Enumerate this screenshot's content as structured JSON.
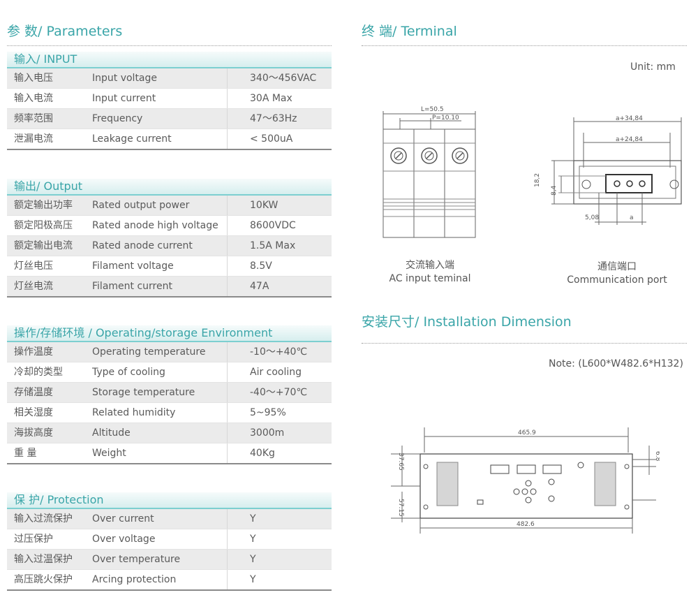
{
  "left": {
    "title": "参 数/ Parameters",
    "input": {
      "header": "输入/ INPUT",
      "rows": [
        {
          "cn": "输入电压",
          "en": "Input voltage",
          "val": "340～456VAC"
        },
        {
          "cn": "输入电流",
          "en": "Input current",
          "val": "30A Max"
        },
        {
          "cn": "频率范围",
          "en": "Frequency",
          "val": "47～63Hz"
        },
        {
          "cn": "泄漏电流",
          "en": "Leakage current",
          "val": "< 500uA"
        }
      ]
    },
    "output": {
      "header": "输出/ Output",
      "rows": [
        {
          "cn": "额定输出功率",
          "en": "Rated output power",
          "val": "10KW"
        },
        {
          "cn": "额定阳极高压",
          "en": "Rated anode high voltage",
          "val": "8600VDC"
        },
        {
          "cn": "额定输出电流",
          "en": "Rated anode current",
          "val": "1.5A Max"
        },
        {
          "cn": "灯丝电压",
          "en": "Filament voltage",
          "val": "8.5V"
        },
        {
          "cn": "灯丝电流",
          "en": "Filament current",
          "val": "47A"
        }
      ]
    },
    "environment": {
      "header": "操作/存储环境 / Operating/storage Environment",
      "rows": [
        {
          "cn": "操作温度",
          "en": "Operating temperature",
          "val": "-10～+40℃"
        },
        {
          "cn": "冷却的类型",
          "en": "Type of cooling",
          "val": "Air cooling"
        },
        {
          "cn": "存储温度",
          "en": "Storage temperature",
          "val": "-40～+70℃"
        },
        {
          "cn": "相关湿度",
          "en": "Related humidity",
          "val": "5~95%"
        },
        {
          "cn": "海拔高度",
          "en": "Altitude",
          "val": "3000m"
        },
        {
          "cn": "重  量",
          "en": "Weight",
          "val": "40Kg"
        }
      ]
    },
    "protection": {
      "header": "保 护/ Protection",
      "rows": [
        {
          "cn": "输入过流保护",
          "en": "Over current",
          "val": "Y"
        },
        {
          "cn": "过压保护",
          "en": "Over voltage",
          "val": "Y"
        },
        {
          "cn": "输入过温保护",
          "en": "Over temperature",
          "val": "Y"
        },
        {
          "cn": "高压跳火保护",
          "en": "Arcing protection",
          "val": "Y"
        }
      ]
    }
  },
  "right": {
    "terminal_title": "终 端/ Terminal",
    "unit_note": "Unit: mm",
    "ac_caption_cn": "交流输入端",
    "ac_caption_en": "AC input teminal",
    "ac_dims": {
      "L": "L=50.5",
      "P": "P=10.10"
    },
    "comm_caption_cn": "通信端口",
    "comm_caption_en": "Communication port",
    "comm_dims": {
      "w1": "a+34,84",
      "w2": "a+24,84",
      "h1": "18,2",
      "h2": "8,4",
      "pitch": "5,08",
      "a": "a"
    },
    "install_title": "安装尺寸/ Installation Dimension",
    "install_note": "Note: (L600*W482.6*H132)",
    "install_dims": {
      "top": "465.9",
      "bottom": "482.6",
      "left_top": "37.65",
      "left_bottom": "57.15",
      "right": "6.8"
    }
  }
}
